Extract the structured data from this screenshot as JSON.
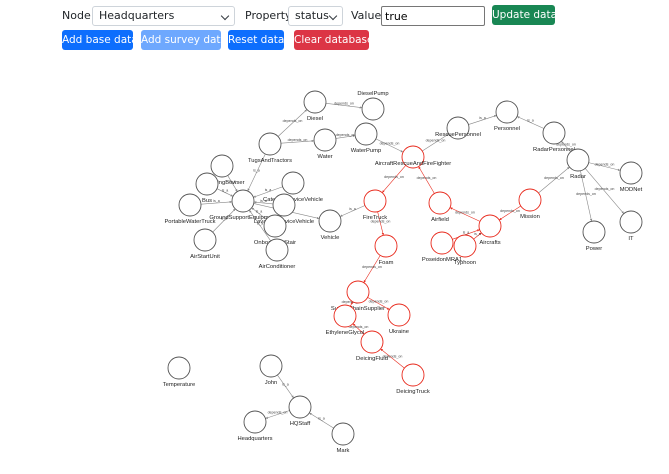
{
  "toolbar": {
    "node_label": "Node",
    "node_value": "Headquarters",
    "property_label": "Property",
    "property_value": "status",
    "value_label": "Value",
    "value_input": "true",
    "update_button": "Update data",
    "add_base_button": "Add base data",
    "add_survey_button": "Add survey data",
    "reset_button": "Reset data",
    "clear_button": "Clear database"
  },
  "colors": {
    "primary": "#0d6efd",
    "primary_light": "#6ea8fe",
    "success": "#198754",
    "danger": "#dc3545",
    "node_normal": "#555555",
    "node_alert": "#e8291c",
    "edge_normal": "#888888",
    "edge_alert": "#e8291c"
  },
  "graph": {
    "nodes": [
      {
        "id": "Diesel",
        "label": "Diesel",
        "alert": false
      },
      {
        "id": "DieselPump",
        "label": "DieselPump",
        "alert": false
      },
      {
        "id": "Water",
        "label": "Water",
        "alert": false
      },
      {
        "id": "WaterPump",
        "label": "WaterPump",
        "alert": false
      },
      {
        "id": "TugsAndTractors",
        "label": "TugsAndTractors",
        "alert": false
      },
      {
        "id": "RefuellingBowser",
        "label": "RefuellingBowser",
        "alert": false
      },
      {
        "id": "Bus",
        "label": "Bus",
        "alert": false
      },
      {
        "id": "PortableWaterTruck",
        "label": "PortableWaterTruck",
        "alert": false
      },
      {
        "id": "GroundSupportEquipment",
        "label": "GroundSupportEquipment",
        "alert": false
      },
      {
        "id": "CateringServiceVehicle",
        "label": "CateringServiceVehicle",
        "alert": false
      },
      {
        "id": "LavatoryServiceVehicle",
        "label": "LavatoryServiceVehicle",
        "alert": false
      },
      {
        "id": "OnboardingStair",
        "label": "OnboardingStair",
        "alert": false
      },
      {
        "id": "AirStartUnit",
        "label": "AirStartUnit",
        "alert": false
      },
      {
        "id": "AirConditioner",
        "label": "AirConditioner",
        "alert": false
      },
      {
        "id": "Vehicle",
        "label": "Vehicle",
        "alert": false
      },
      {
        "id": "RescuePersonnel",
        "label": "RescuePersonnel",
        "alert": false
      },
      {
        "id": "Personnel",
        "label": "Personnel",
        "alert": false
      },
      {
        "id": "RadarPersonnel",
        "label": "RadarPersonnel",
        "alert": false
      },
      {
        "id": "Radar",
        "label": "Radar",
        "alert": false
      },
      {
        "id": "MODNet",
        "label": "MODNet",
        "alert": false
      },
      {
        "id": "Power",
        "label": "Power",
        "alert": false
      },
      {
        "id": "IT",
        "label": "IT",
        "alert": false
      },
      {
        "id": "AircraftRescueAndFireFighter",
        "label": "AircraftRescueAndFireFighter",
        "alert": true
      },
      {
        "id": "FireTruck",
        "label": "FireTruck",
        "alert": true
      },
      {
        "id": "Airfield",
        "label": "Airfield",
        "alert": true
      },
      {
        "id": "Mission",
        "label": "Mission",
        "alert": true
      },
      {
        "id": "Aircrafts",
        "label": "Aircrafts",
        "alert": true
      },
      {
        "id": "PoseidonMRA1",
        "label": "PoseidonMRA1",
        "alert": true
      },
      {
        "id": "Typhoon",
        "label": "Typhoon",
        "alert": true
      },
      {
        "id": "Foam",
        "label": "Foam",
        "alert": true
      },
      {
        "id": "SupplyChainSupplier",
        "label": "SupplyChainSupplier",
        "alert": true
      },
      {
        "id": "EthyleneGlycol",
        "label": "EthyleneGlycol",
        "alert": true
      },
      {
        "id": "Ukraine",
        "label": "Ukraine",
        "alert": true
      },
      {
        "id": "DeicingFluid",
        "label": "DeicingFluid",
        "alert": true
      },
      {
        "id": "DeicingTruck",
        "label": "DeicingTruck",
        "alert": true
      },
      {
        "id": "Temperature",
        "label": "Temperature",
        "alert": false
      },
      {
        "id": "John",
        "label": "John",
        "alert": false
      },
      {
        "id": "HQStaff",
        "label": "HQStaff",
        "alert": false
      },
      {
        "id": "Headquarters",
        "label": "Headquarters",
        "alert": false
      },
      {
        "id": "Mark",
        "label": "Mark",
        "alert": false
      }
    ],
    "edges": [
      {
        "source": "Diesel",
        "target": "DieselPump",
        "label": "depends_on"
      },
      {
        "source": "TugsAndTractors",
        "target": "Diesel",
        "label": "depends_on"
      },
      {
        "source": "TugsAndTractors",
        "target": "Water",
        "label": "depends_on"
      },
      {
        "source": "Water",
        "target": "WaterPump",
        "label": "depends_on"
      },
      {
        "source": "WaterPump",
        "target": "AircraftRescueAndFireFighter",
        "label": "depends_on"
      },
      {
        "source": "TugsAndTractors",
        "target": "GroundSupportEquipment",
        "label": "is_a"
      },
      {
        "source": "RefuellingBowser",
        "target": "GroundSupportEquipment",
        "label": "is_a"
      },
      {
        "source": "Bus",
        "target": "GroundSupportEquipment",
        "label": "is_a"
      },
      {
        "source": "PortableWaterTruck",
        "target": "GroundSupportEquipment",
        "label": "is_a"
      },
      {
        "source": "CateringServiceVehicle",
        "target": "GroundSupportEquipment",
        "label": "is_a"
      },
      {
        "source": "LavatoryServiceVehicle",
        "target": "GroundSupportEquipment",
        "label": "is_a"
      },
      {
        "source": "OnboardingStair",
        "target": "GroundSupportEquipment",
        "label": "is_a"
      },
      {
        "source": "AirStartUnit",
        "target": "GroundSupportEquipment",
        "label": "is_a"
      },
      {
        "source": "AirConditioner",
        "target": "GroundSupportEquipment",
        "label": "is_a"
      },
      {
        "source": "GroundSupportEquipment",
        "target": "Vehicle",
        "label": "is_a"
      },
      {
        "source": "FireTruck",
        "target": "Vehicle",
        "label": "is_a"
      },
      {
        "source": "RescuePersonnel",
        "target": "Personnel",
        "label": "is_a"
      },
      {
        "source": "RadarPersonnel",
        "target": "Personnel",
        "label": "is_a"
      },
      {
        "source": "AircraftRescueAndFireFighter",
        "target": "RescuePersonnel",
        "label": "depends_on"
      },
      {
        "source": "Radar",
        "target": "RadarPersonnel",
        "label": "depends_on"
      },
      {
        "source": "Radar",
        "target": "MODNet",
        "label": "depends_on"
      },
      {
        "source": "Radar",
        "target": "Power",
        "label": "depends_on"
      },
      {
        "source": "Radar",
        "target": "IT",
        "label": "depends_on"
      },
      {
        "source": "AircraftRescueAndFireFighter",
        "target": "FireTruck",
        "label": "depends_on"
      },
      {
        "source": "Airfield",
        "target": "AircraftRescueAndFireFighter",
        "label": "depends_on"
      },
      {
        "source": "Mission",
        "target": "Radar",
        "label": "depends_on"
      },
      {
        "source": "Mission",
        "target": "Aircrafts",
        "label": "depends_on"
      },
      {
        "source": "Aircrafts",
        "target": "Airfield",
        "label": "depends_on"
      },
      {
        "source": "PoseidonMRA1",
        "target": "Aircrafts",
        "label": "is_a"
      },
      {
        "source": "Typhoon",
        "target": "Aircrafts",
        "label": "is_a"
      },
      {
        "source": "FireTruck",
        "target": "Foam",
        "label": "depends_on"
      },
      {
        "source": "Foam",
        "target": "SupplyChainSupplier",
        "label": "depends_on"
      },
      {
        "source": "SupplyChainSupplier",
        "target": "Ukraine",
        "label": "depends_on"
      },
      {
        "source": "EthyleneGlycol",
        "target": "SupplyChainSupplier",
        "label": "depends_on"
      },
      {
        "source": "DeicingFluid",
        "target": "EthyleneGlycol",
        "label": "depends_on"
      },
      {
        "source": "DeicingTruck",
        "target": "DeicingFluid",
        "label": "depends_on"
      },
      {
        "source": "John",
        "target": "HQStaff",
        "label": "is_a"
      },
      {
        "source": "Mark",
        "target": "HQStaff",
        "label": "is_a"
      },
      {
        "source": "HQStaff",
        "target": "Headquarters",
        "label": "depends_on"
      }
    ]
  }
}
